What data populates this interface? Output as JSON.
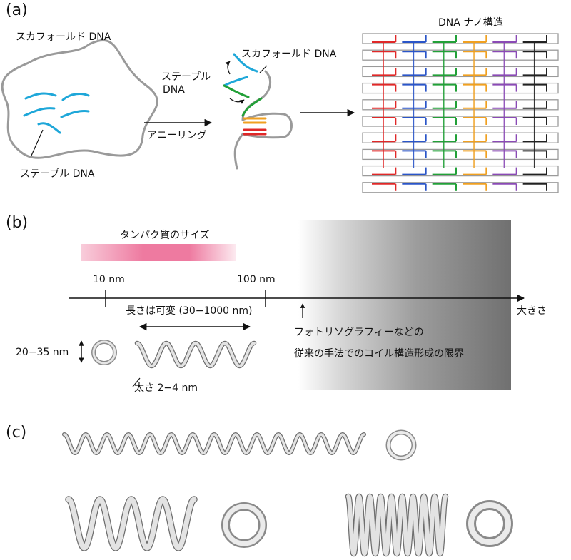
{
  "panels": {
    "a": "(a)",
    "b": "(b)",
    "c": "(c)"
  },
  "panel_a": {
    "scaffold_left": "スカフォールド DNA",
    "staple_left": "ステープル DNA",
    "annealing": "アニーリング",
    "staple_mid_line1": "ステープル",
    "staple_mid_line2": "DNA",
    "scaffold_mid": "スカフォールド DNA",
    "nanostructure": "DNA ナノ構造",
    "colors": {
      "scaffold": "#9a9a9a",
      "staple_blue": "#1ea7d9",
      "green": "#22a038",
      "orange": "#f0a020",
      "red": "#e02828",
      "strand_blue": "#2a55c8",
      "purple": "#8a4ab5",
      "black": "#222222"
    }
  },
  "panel_b": {
    "protein_size": "タンパク質のサイズ",
    "tick_10": "10 nm",
    "tick_100": "100 nm",
    "axis_label": "大きさ",
    "length_variable": "長さは可変 (30−1000 nm)",
    "diameter": "20−35 nm",
    "thickness": "太さ 2−4 nm",
    "limit_line1": "フォトリソグラフィーなどの",
    "limit_line2": "従来の手法でのコイル構造形成の限界"
  }
}
